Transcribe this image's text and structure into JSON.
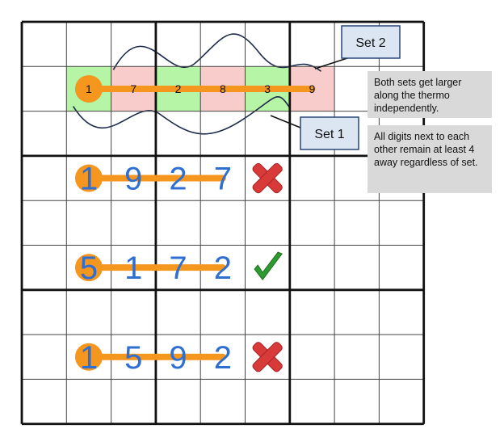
{
  "puzzle": {
    "grid_size": 9,
    "example_thermo": {
      "digits": [
        "1",
        "7",
        "2",
        "8",
        "3",
        "9"
      ],
      "cell_fills": [
        "green",
        "pink",
        "green",
        "pink",
        "green",
        "pink"
      ]
    },
    "examples": [
      {
        "digits": [
          "1",
          "9",
          "2",
          "7"
        ],
        "verdict": "invalid"
      },
      {
        "digits": [
          "5",
          "1",
          "7",
          "2"
        ],
        "verdict": "valid"
      },
      {
        "digits": [
          "1",
          "5",
          "9",
          "2"
        ],
        "verdict": "invalid"
      }
    ]
  },
  "callouts": {
    "set2": "Set 2",
    "set1": "Set 1"
  },
  "notes": {
    "sets_rule": "Both sets get larger along the thermo independently.",
    "adjacent_rule": "All digits next to each other remain at least 4 away regardless of set."
  },
  "colors": {
    "thermo": "#f5961f",
    "green_cell": "#b6f5a6",
    "pink_cell": "#f9cccc",
    "example_digit": "#2e6fd1",
    "check": "#2e9b2e",
    "cross": "#d83a3a",
    "callout_fill": "#dce6f2",
    "callout_border": "#27467a"
  }
}
